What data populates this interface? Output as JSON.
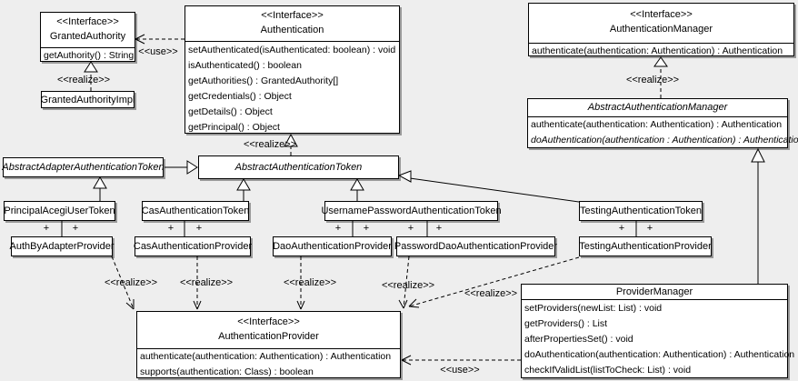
{
  "labels": {
    "use": "<<use>>",
    "realize": "<<realize>>",
    "plus": "+"
  },
  "colors": {
    "background": "#eeeeee",
    "box_fill": "#ffffff",
    "box_border": "#000000",
    "shadow": "#999999"
  },
  "classes": {
    "granted_authority": {
      "stereotype": "<<Interface>>",
      "name": "GrantedAuthority",
      "ops": [
        "getAuthority() : String"
      ]
    },
    "granted_authority_impl": {
      "name": "GrantedAuthorityImpl"
    },
    "authentication": {
      "stereotype": "<<Interface>>",
      "name": "Authentication",
      "ops": [
        "setAuthenticated(isAuthenticated: boolean) : void",
        "isAuthenticated() : boolean",
        "getAuthorities() : GrantedAuthority[]",
        "getCredentials() : Object",
        "getDetails() : Object",
        "getPrincipal() : Object"
      ]
    },
    "authentication_manager": {
      "stereotype": "<<Interface>>",
      "name": "AuthenticationManager",
      "ops": [
        "authenticate(authentication: Authentication) : Authentication"
      ]
    },
    "abstract_authentication_manager": {
      "name": "AbstractAuthenticationManager",
      "ops": [
        "authenticate(authentication: Authentication) : Authentication",
        "doAuthentication(authentication : Authentication) : Authentication"
      ]
    },
    "abstract_adapter_authentication_token": {
      "name": "AbstractAdapterAuthenticationToken"
    },
    "abstract_authentication_token": {
      "name": "AbstractAuthenticationToken"
    },
    "principal_acegi_user_token": {
      "name": "PrincipalAcegiUserToken"
    },
    "cas_authentication_token": {
      "name": "CasAuthenticationToken"
    },
    "username_password_authentication_token": {
      "name": "UsernamePasswordAuthenticationToken"
    },
    "testing_authentication_token": {
      "name": "TestingAuthenticationToken"
    },
    "auth_by_adapter_provider": {
      "name": "AuthByAdapterProvider"
    },
    "cas_authentication_provider": {
      "name": "CasAuthenticationProvider"
    },
    "dao_authentication_provider": {
      "name": "DaoAuthenticationProvider"
    },
    "password_dao_authentication_provider": {
      "name": "PasswordDaoAuthenticationProvider"
    },
    "testing_authentication_provider": {
      "name": "TestingAuthenticationProvider"
    },
    "provider_manager": {
      "name": "ProviderManager",
      "ops": [
        "setProviders(newList: List) : void",
        "getProviders() : List",
        "afterPropertiesSet() : void",
        "doAuthentication(authentication: Authentication) : Authentication",
        "checkIfValidList(listToCheck: List) : void"
      ]
    },
    "authentication_provider": {
      "stereotype": "<<Interface>>",
      "name": "AuthenticationProvider",
      "ops": [
        "authenticate(authentication: Authentication) : Authentication",
        "supports(authentication: Class) : boolean"
      ]
    }
  }
}
